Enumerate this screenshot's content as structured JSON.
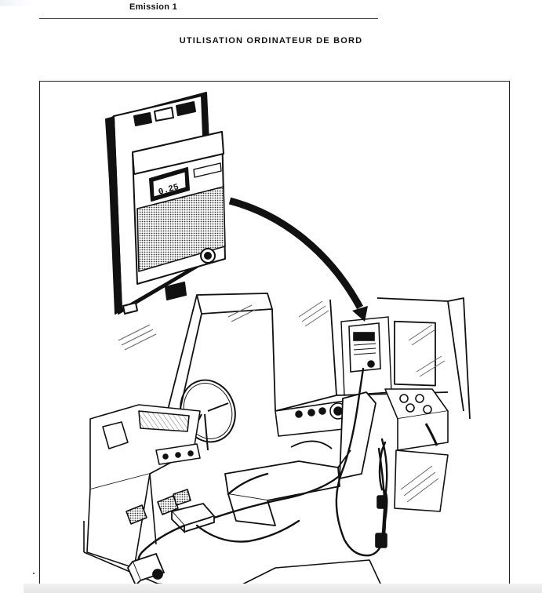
{
  "header": {
    "label": "Emission 1"
  },
  "page": {
    "title": "UTILISATION ORDINATEUR DE BORD"
  },
  "figure": {
    "display_readout": "0.25"
  },
  "colors": {
    "ink": "#111111",
    "paper": "#ffffff"
  }
}
